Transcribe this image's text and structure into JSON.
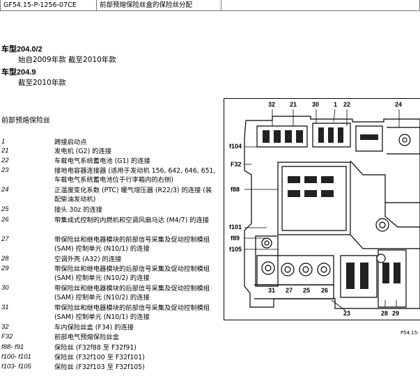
{
  "header": {
    "code": "GF54.15-P-1256-07CE",
    "title": "前部预熔保险丝盒的保险丝分配"
  },
  "vehicle": [
    {
      "label": "车型",
      "model": "204.0/2",
      "note": "始自2009年款 截至2010年款"
    },
    {
      "label": "车型",
      "model": "204.9",
      "note": "截至2010年款"
    }
  ],
  "section_title": "前部预熔保险丝",
  "legend": [
    {
      "key": "1",
      "text": "跨接启动点"
    },
    {
      "key": "21",
      "text": "发电机 (G2) 的连接"
    },
    {
      "key": "22",
      "text": "车载电气系统蓄电池 (G1) 的连接"
    },
    {
      "key": "23",
      "text": "接地电容器连接器 (适用于发动机 156, 642, 646, 651, 车载电气系统蓄电池位于行李箱内的右侧)"
    },
    {
      "key": "24",
      "text": "正温度变化系数 (PTC) 暖气增压器 (R22/3) 的连接 (装配柴油发动机)"
    },
    {
      "key": "25",
      "text": "接头 30z 的连接"
    },
    {
      "key": "26",
      "text": "带集成式控制的内燃机和空调风扇马达 (M4/7) 的连接"
    },
    {
      "key": "27",
      "text": "带保险丝和继电器模块的前部信号采集及促动控制模组 (SAM) 控制单元 (N10/1) 的连接"
    },
    {
      "key": "28",
      "text": "空调外壳 (A32) 的连接"
    },
    {
      "key": "29",
      "text": "带保险丝和继电器模块的后部信号采集及促动控制模组 (SAM) 控制单元 (N10/2) 的连接"
    },
    {
      "key": "30",
      "text": "带保险丝和继电器模块的后部信号采集及促动控制模组 (SAM) 控制单元 (N10/2) 的连接"
    },
    {
      "key": "31",
      "text": "带保险丝和继电器模块的前部信号采集及促动控制模组 (SAM) 控制单元 (N10/1) 的连接"
    },
    {
      "key": "32",
      "text": "车内保险丝盒 (F34) 的连接"
    },
    {
      "key": "F32",
      "text": "前部电气预熔保险丝盒"
    },
    {
      "key": "f88- f91",
      "text": "保险丝 (F32f88 至 F32f91)"
    },
    {
      "key": "f100- f101",
      "text": "保险丝 (F32f100 至 F32f101)"
    },
    {
      "key": "f103- f105",
      "text": "保险丝 (F32f103 至 F32f105)"
    }
  ],
  "diagram": {
    "top_labels": [
      "32",
      "21",
      "30",
      "1",
      "22",
      "24"
    ],
    "bottom_labels": [
      "31",
      "27",
      "25",
      "26",
      "23",
      "28",
      "29"
    ],
    "left_labels": [
      "f104",
      "F32",
      "f88",
      "f101",
      "f89",
      "f105"
    ],
    "figure_code": "P54.15-"
  }
}
